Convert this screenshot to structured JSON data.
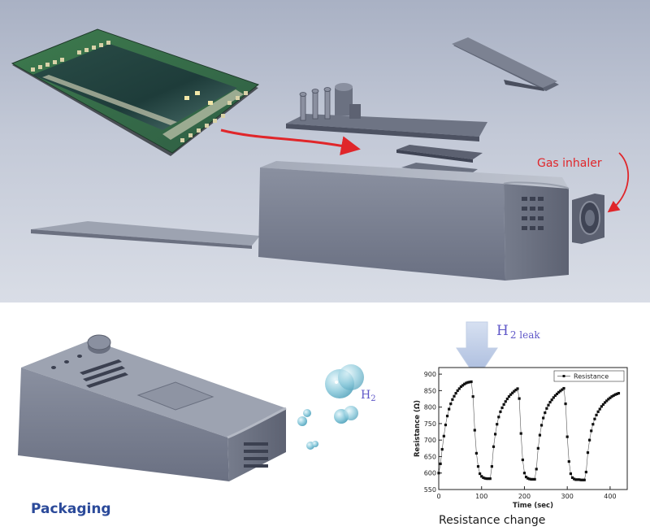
{
  "labels": {
    "gas_inhaler": "Gas inhaler",
    "packaging": "Packaging",
    "caption": "Resistance change",
    "h2_leak_main": "H",
    "h2_leak_sub": "2",
    "h2_leak_word": "leak",
    "h2_main": "H",
    "h2_sub": "2"
  },
  "colors": {
    "accent_red": "#e0262a",
    "h2_text": "#6058c8",
    "packaging_text": "#2b4a9a",
    "pcb_green": "#3c7a4c",
    "device_gray": "#7b8193",
    "arrow_blue": "#aebfdf"
  },
  "chart_data": {
    "type": "line",
    "xlabel": "Time (sec)",
    "ylabel": "Resistance (Ω)",
    "xlim": [
      0,
      440
    ],
    "ylim": [
      550,
      920
    ],
    "xticks": [
      0,
      100,
      200,
      300,
      400
    ],
    "yticks": [
      550,
      600,
      650,
      700,
      750,
      800,
      850,
      900
    ],
    "legend_position": "top-right",
    "series": [
      {
        "name": "Resistance",
        "marker": "square",
        "x": [
          0,
          4,
          8,
          12,
          16,
          20,
          24,
          28,
          32,
          36,
          40,
          44,
          48,
          52,
          56,
          60,
          64,
          68,
          72,
          76,
          80,
          84,
          88,
          92,
          96,
          100,
          104,
          108,
          112,
          116,
          120,
          124,
          128,
          132,
          136,
          140,
          144,
          148,
          152,
          156,
          160,
          164,
          168,
          172,
          176,
          180,
          184,
          188,
          192,
          196,
          200,
          204,
          208,
          212,
          216,
          220,
          224,
          228,
          232,
          236,
          240,
          244,
          248,
          252,
          256,
          260,
          264,
          268,
          272,
          276,
          280,
          284,
          288,
          292,
          296,
          300,
          304,
          308,
          312,
          316,
          320,
          324,
          328,
          332,
          336,
          340,
          344,
          348,
          352,
          356,
          360,
          364,
          368,
          372,
          376,
          380,
          384,
          388,
          392,
          396,
          400,
          404,
          408,
          412,
          416,
          420
        ],
        "y": [
          600,
          628,
          672,
          712,
          746,
          773,
          794,
          810,
          823,
          833,
          842,
          850,
          856,
          862,
          866,
          870,
          873,
          875,
          876,
          877,
          832,
          730,
          660,
          620,
          598,
          590,
          586,
          584,
          583,
          583,
          583,
          620,
          680,
          718,
          748,
          770,
          786,
          798,
          808,
          817,
          825,
          832,
          838,
          843,
          848,
          852,
          856,
          826,
          720,
          640,
          600,
          588,
          584,
          582,
          581,
          581,
          581,
          612,
          675,
          715,
          745,
          767,
          783,
          796,
          806,
          815,
          822,
          829,
          835,
          840,
          845,
          849,
          853,
          857,
          810,
          710,
          635,
          598,
          586,
          582,
          580,
          580,
          580,
          579,
          579,
          579,
          603,
          662,
          700,
          728,
          748,
          764,
          776,
          786,
          794,
          802,
          808,
          814,
          819,
          824,
          828,
          832,
          835,
          838,
          840,
          842
        ]
      }
    ]
  }
}
